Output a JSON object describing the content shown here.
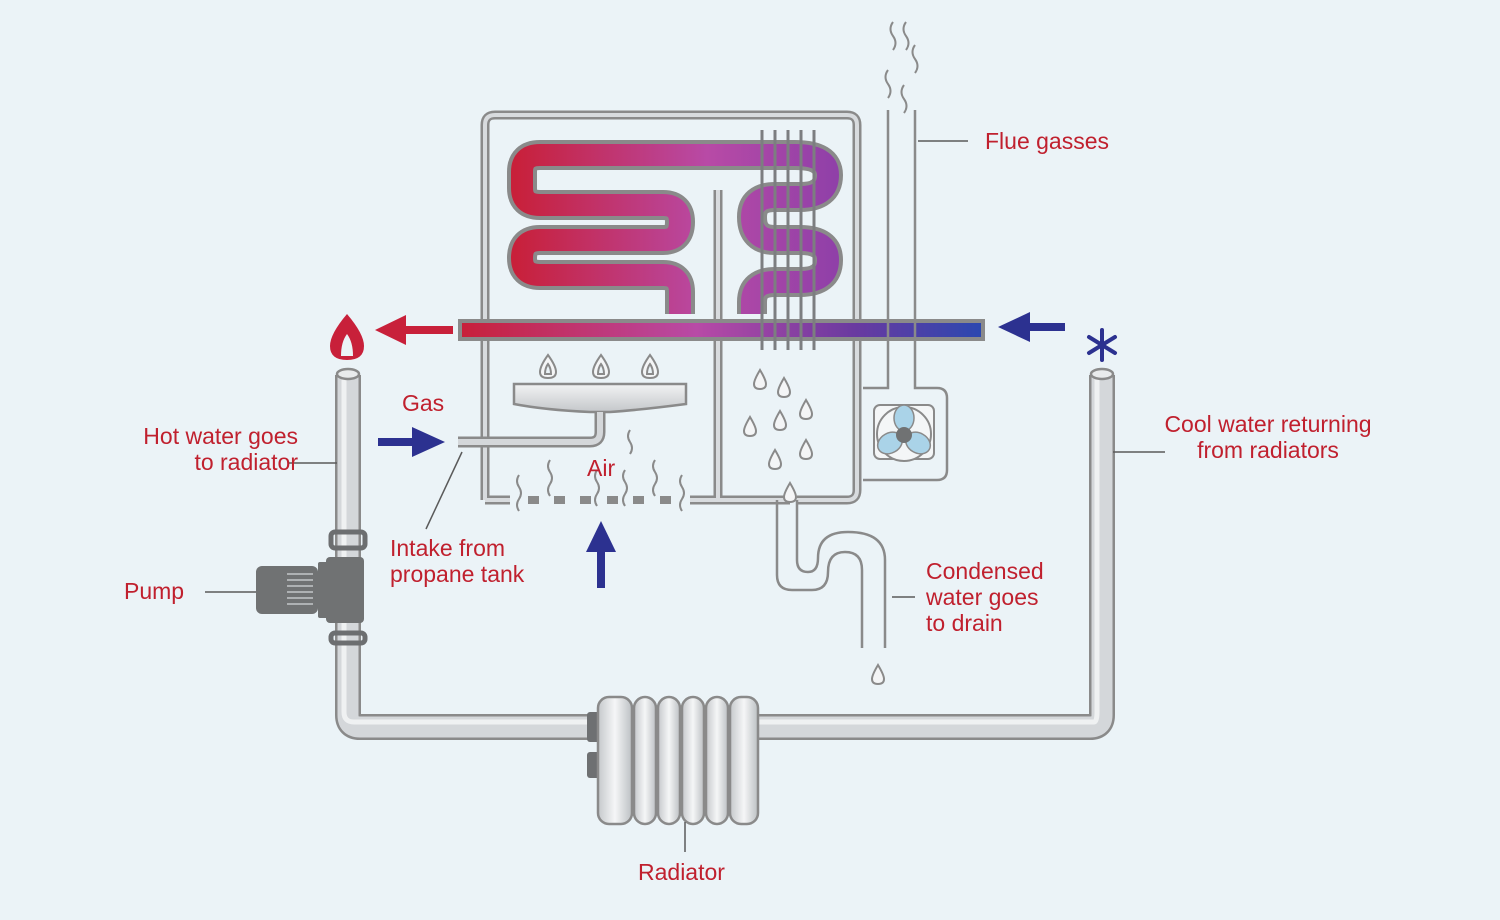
{
  "labels": {
    "flue_gasses": "Flue gasses",
    "gas": "Gas",
    "air": "Air",
    "hot_water": [
      "Hot water goes",
      "to radiator"
    ],
    "cool_water": [
      "Cool water returning",
      "from radiators"
    ],
    "intake": [
      "Intake from",
      "propane tank"
    ],
    "pump": "Pump",
    "condensed": [
      "Condensed",
      "water goes",
      "to drain"
    ],
    "radiator": "Radiator"
  },
  "colors": {
    "background": "#ebf3f7",
    "label": "#c0202e",
    "hot": "#c8203a",
    "warm": "#b04aa8",
    "cold": "#2c3190",
    "pipe_outline": "#8a8a8a",
    "pipe_fill": "#d2d5d8",
    "dark_part": "#707273"
  },
  "icons": {
    "hot_output": "flame-icon",
    "cold_input": "snowflake-icon",
    "fan": "fan-icon"
  }
}
